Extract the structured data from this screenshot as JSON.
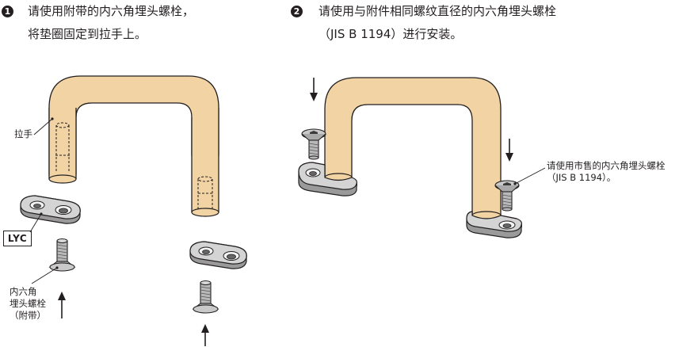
{
  "step1": {
    "number": "❶",
    "line1": "请使用附带的内六角埋头螺栓，",
    "line2": "将垫圈固定到拉手上。"
  },
  "step2": {
    "number": "❷",
    "line1": "请使用与附件相同螺纹直径的内六角埋头螺栓",
    "line2": "（JIS B 1194）进行安装。"
  },
  "labels": {
    "handle": "拉手",
    "lyc": "LYC",
    "included_bolt_line1": "内六角",
    "included_bolt_line2": "埋头螺栓",
    "included_bolt_line3": "（附带）",
    "commercial_bolt_line1": "请使用市售的内六角埋头螺栓",
    "commercial_bolt_line2": "（JIS B 1194）。"
  },
  "colors": {
    "handle_fill": "#f2d3a3",
    "handle_stroke": "#231f20",
    "washer_fill": "#c9c9c9",
    "bolt_fill": "#b8b8b8"
  }
}
